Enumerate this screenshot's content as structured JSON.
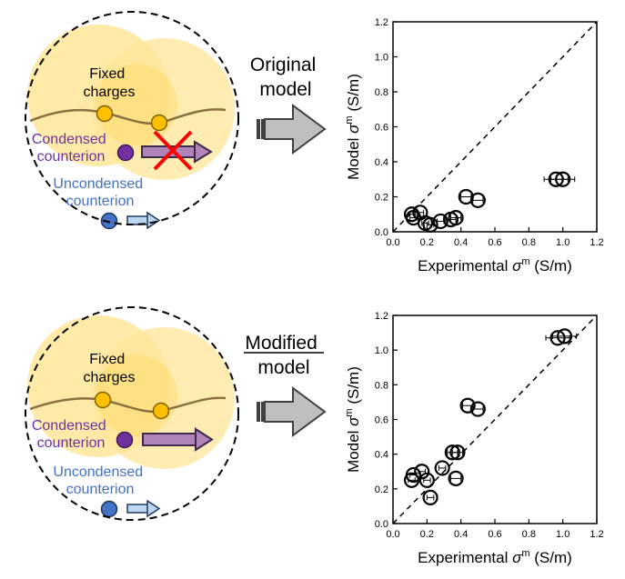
{
  "panels": [
    {
      "label_fixed": [
        "Fixed",
        "charges"
      ],
      "label_condensed": [
        "Condensed",
        "counterion"
      ],
      "label_uncondensed": [
        "Uncondensed",
        "counterion"
      ],
      "model_label": [
        "Original",
        "model"
      ],
      "condensed_blocked": true
    },
    {
      "label_fixed": [
        "Fixed",
        "charges"
      ],
      "label_condensed": [
        "Condensed",
        "counterion"
      ],
      "label_uncondensed": [
        "Uncondensed",
        "counterion"
      ],
      "model_label": [
        "Modified",
        "model"
      ],
      "condensed_blocked": false
    }
  ],
  "colors": {
    "condensed_text": "#7030a0",
    "uncondensed_text": "#4472c4",
    "fixed_charge_fill": "#ffc000",
    "condensed_fill": "#7030a0",
    "uncondensed_fill": "#4472c4",
    "blob_fill": "#ffe699",
    "polymer_line": "#8b7040",
    "block_x": "#ff0000",
    "arrow_fill": "#bfbfbf"
  },
  "chart_data": [
    {
      "type": "scatter",
      "xlabel": "Experimental σm (S/m)",
      "ylabel": "Model σm (S/m)",
      "xlim": [
        0.0,
        1.2
      ],
      "ylim": [
        0.0,
        1.2
      ],
      "xticks": [
        "0.0",
        "0.2",
        "0.4",
        "0.6",
        "0.8",
        "1.0",
        "1.2"
      ],
      "yticks": [
        "0.0",
        "0.2",
        "0.4",
        "0.6",
        "0.8",
        "1.0",
        "1.2"
      ],
      "parity_line": true,
      "points": [
        {
          "x": 0.11,
          "y": 0.1,
          "xerr": 0.02
        },
        {
          "x": 0.12,
          "y": 0.08,
          "xerr": 0.02
        },
        {
          "x": 0.16,
          "y": 0.11,
          "xerr": 0.02
        },
        {
          "x": 0.19,
          "y": 0.05,
          "xerr": 0.02
        },
        {
          "x": 0.22,
          "y": 0.04,
          "xerr": 0.02
        },
        {
          "x": 0.28,
          "y": 0.06,
          "xerr": 0.02
        },
        {
          "x": 0.34,
          "y": 0.07,
          "xerr": 0.03
        },
        {
          "x": 0.37,
          "y": 0.08,
          "xerr": 0.03
        },
        {
          "x": 0.43,
          "y": 0.2,
          "xerr": 0.03
        },
        {
          "x": 0.5,
          "y": 0.18,
          "xerr": 0.03
        },
        {
          "x": 0.96,
          "y": 0.3,
          "xerr": 0.07
        },
        {
          "x": 1.0,
          "y": 0.3,
          "xerr": 0.07
        }
      ]
    },
    {
      "type": "scatter",
      "xlabel": "Experimental σm (S/m)",
      "ylabel": "Model σm (S/m)",
      "xlim": [
        0.0,
        1.2
      ],
      "ylim": [
        0.0,
        1.2
      ],
      "xticks": [
        "0.0",
        "0.2",
        "0.4",
        "0.6",
        "0.8",
        "1.0",
        "1.2"
      ],
      "yticks": [
        "0.0",
        "0.2",
        "0.4",
        "0.6",
        "0.8",
        "1.0",
        "1.2"
      ],
      "parity_line": true,
      "points": [
        {
          "x": 0.11,
          "y": 0.25,
          "xerr": 0.02
        },
        {
          "x": 0.12,
          "y": 0.28,
          "xerr": 0.02
        },
        {
          "x": 0.17,
          "y": 0.3,
          "xerr": 0.02
        },
        {
          "x": 0.2,
          "y": 0.25,
          "xerr": 0.02
        },
        {
          "x": 0.22,
          "y": 0.15,
          "xerr": 0.02
        },
        {
          "x": 0.29,
          "y": 0.32,
          "xerr": 0.02
        },
        {
          "x": 0.35,
          "y": 0.41,
          "xerr": 0.03
        },
        {
          "x": 0.37,
          "y": 0.26,
          "xerr": 0.03
        },
        {
          "x": 0.38,
          "y": 0.41,
          "xerr": 0.03
        },
        {
          "x": 0.44,
          "y": 0.68,
          "xerr": 0.03
        },
        {
          "x": 0.5,
          "y": 0.66,
          "xerr": 0.03
        },
        {
          "x": 0.97,
          "y": 1.07,
          "xerr": 0.07
        },
        {
          "x": 1.01,
          "y": 1.08,
          "xerr": 0.07
        }
      ]
    }
  ]
}
